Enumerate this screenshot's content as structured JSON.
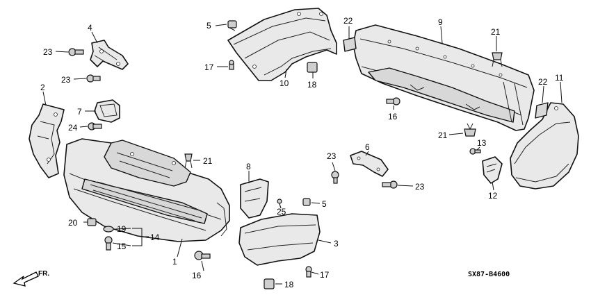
{
  "diagram": {
    "code": "SX87-B4600",
    "direction_label": "FR.",
    "callouts": [
      {
        "id": "c1",
        "text": "1"
      },
      {
        "id": "c2",
        "text": "2"
      },
      {
        "id": "c3",
        "text": "3"
      },
      {
        "id": "c4",
        "text": "4"
      },
      {
        "id": "c5a",
        "text": "5"
      },
      {
        "id": "c5b",
        "text": "5"
      },
      {
        "id": "c6",
        "text": "6"
      },
      {
        "id": "c7",
        "text": "7"
      },
      {
        "id": "c8",
        "text": "8"
      },
      {
        "id": "c9",
        "text": "9"
      },
      {
        "id": "c10",
        "text": "10"
      },
      {
        "id": "c11",
        "text": "11"
      },
      {
        "id": "c12",
        "text": "12"
      },
      {
        "id": "c13",
        "text": "13"
      },
      {
        "id": "c14",
        "text": "14"
      },
      {
        "id": "c15",
        "text": "15"
      },
      {
        "id": "c16a",
        "text": "16"
      },
      {
        "id": "c16b",
        "text": "16"
      },
      {
        "id": "c17a",
        "text": "17"
      },
      {
        "id": "c17b",
        "text": "17"
      },
      {
        "id": "c18a",
        "text": "18"
      },
      {
        "id": "c18b",
        "text": "18"
      },
      {
        "id": "c19",
        "text": "19"
      },
      {
        "id": "c20",
        "text": "20"
      },
      {
        "id": "c21a",
        "text": "21"
      },
      {
        "id": "c21b",
        "text": "21"
      },
      {
        "id": "c21c",
        "text": "21"
      },
      {
        "id": "c22a",
        "text": "22"
      },
      {
        "id": "c22b",
        "text": "22"
      },
      {
        "id": "c23a",
        "text": "23"
      },
      {
        "id": "c23b",
        "text": "23"
      },
      {
        "id": "c23c",
        "text": "23"
      },
      {
        "id": "c23d",
        "text": "23"
      },
      {
        "id": "c24",
        "text": "24"
      },
      {
        "id": "c25",
        "text": "25"
      }
    ]
  }
}
